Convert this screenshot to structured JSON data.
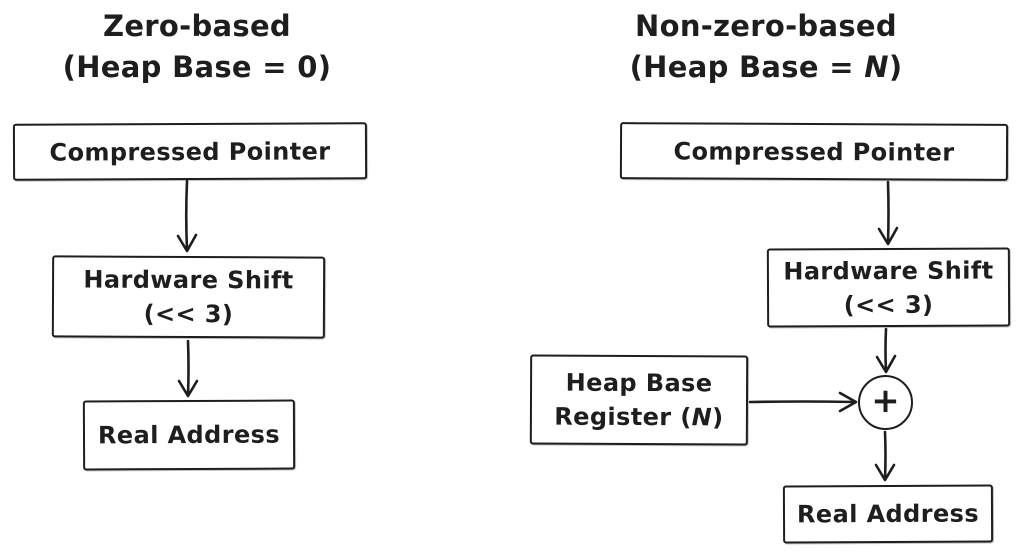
{
  "diagram": {
    "background_color": "#ffffff",
    "stroke_color": "#1e1e1e",
    "left_column": {
      "title": "Zero-based",
      "subtitle": "(Heap Base = 0)",
      "nodes": {
        "compressed_pointer": "Compressed Pointer",
        "hardware_shift_line1": "Hardware Shift",
        "hardware_shift_line2": "(<< 3)",
        "real_address": "Real Address"
      }
    },
    "right_column": {
      "title": "Non-zero-based",
      "subtitle_prefix": "(Heap Base = ",
      "subtitle_var": "N",
      "subtitle_suffix": ")",
      "nodes": {
        "compressed_pointer": "Compressed Pointer",
        "hardware_shift_line1": "Hardware Shift",
        "hardware_shift_line2": "(<< 3)",
        "heap_base_register_line1": "Heap Base",
        "heap_base_register_line2_prefix": "Register (",
        "heap_base_register_line2_var": "N",
        "heap_base_register_line2_suffix": ")",
        "plus_operator": "+",
        "real_address": "Real Address"
      }
    }
  }
}
